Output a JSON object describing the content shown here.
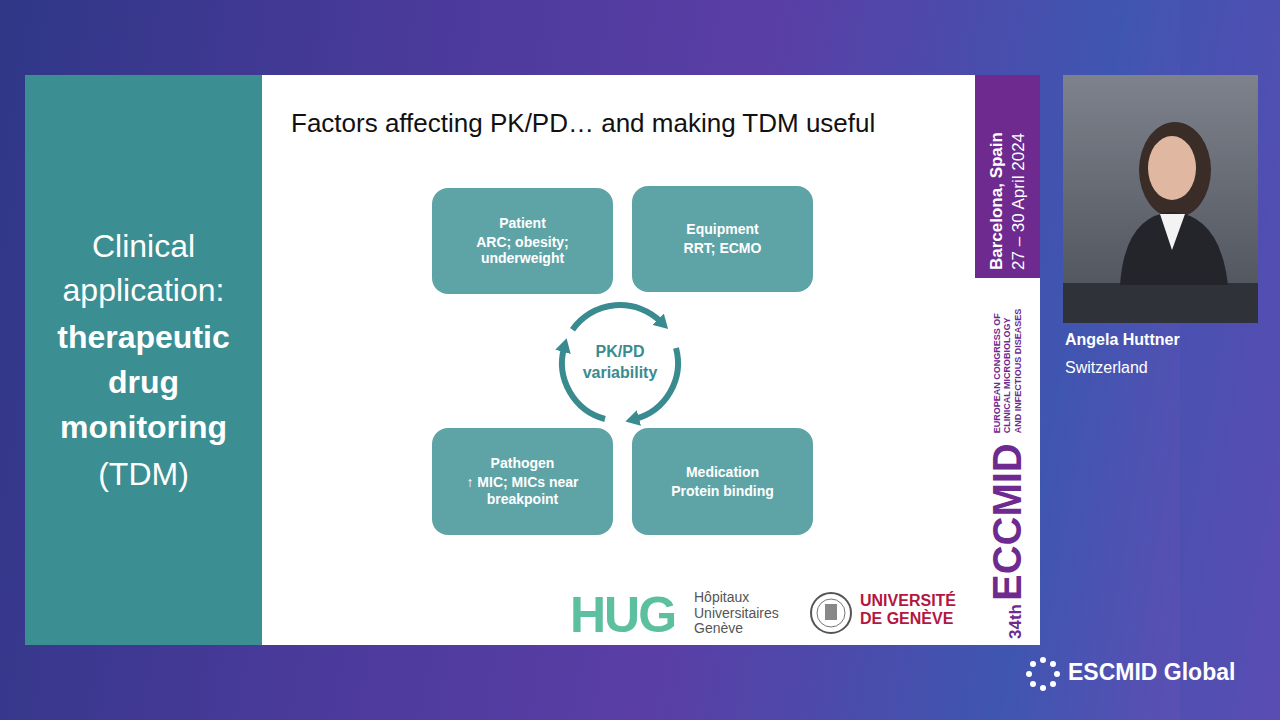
{
  "diagram": {
    "title": "Factors affecting PK/PD… and making TDM useful",
    "nodes": [
      {
        "text": [
          "Clinical application:",
          "therapeutic drug monitoring",
          "(TDM)"
        ]
      },
      {
        "text": [
          "Patient",
          "ARC; obesity; underweight"
        ]
      },
      {
        "text": [
          "Equipment",
          "RRT; ECMO"
        ]
      },
      {
        "text": [
          "PK/PD variability"
        ]
      },
      {
        "text": [
          "Pathogen",
          "↑ MIC; MICs near breakpoint"
        ]
      },
      {
        "text": [
          "Medication",
          "Protein binding"
        ]
      }
    ],
    "labels": [
      "HUG",
      "Hôpitaux Universitaires Genève",
      "UNIVERSITÉ DE GENÈVE",
      "Barcelona, Spain",
      "27 – 30 April 2024",
      "34th",
      "ECCMID",
      "EUROPEAN CONGRESS OF CLINICAL MICROBIOLOGY AND INFECTIOUS DISEASES",
      "Angela Huttner",
      "Switzerland",
      "ESCMID Global"
    ]
  }
}
